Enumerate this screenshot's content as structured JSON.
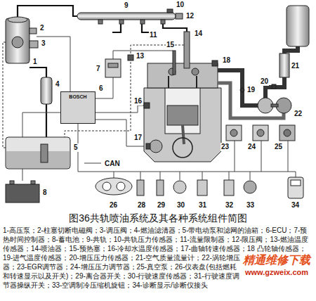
{
  "diagram": {
    "caption": "图36共轨喷油系统及其各种系统组件简图",
    "nodes": [
      {
        "text": [
          "BOSCH"
        ]
      }
    ],
    "labels": [
      "1",
      "2",
      "3",
      "4",
      "5",
      "6",
      "7",
      "8",
      "9",
      "10",
      "11",
      "12",
      "13",
      "14",
      "15",
      "16",
      "17",
      "18",
      "19",
      "20",
      "21",
      "22",
      "23",
      "24",
      "25",
      "26",
      "28",
      "29",
      "30",
      "31",
      "32",
      "33",
      "34",
      "CAN",
      "1-高压泵；2-柱塞切断电磁阀；3-调压阀；4-燃油滤清器；5-带电动泵和滤网的油箱；6-ECU；7-预热时间控制器；8-蓄电池；9-共轨；10-共轨压力传感器；11-流量限制器；12-限压阀；13-燃油温度传感器；14-喷油器；15-预热塞；16-冷却水温度传感器；17-曲轴转速传感器；18 凸轮轴传感器；19-进气温度传感器；20-增压压力传感器；21-空气质量流量计；22-涡轮增压器；23-EGR调节器；24-增压压力调节器；25-真空泵；26-仪表盘(包括燃耗和转速显示以及开关)；29-离合器开关；30-行驶速度传感器；31-行驶速度调节器操纵开关；33-空调制冷压缩机旋钮；34-诊断显示/诊断仪接头",
      "精通维修下载",
      "www.gzweix.com"
    ]
  }
}
